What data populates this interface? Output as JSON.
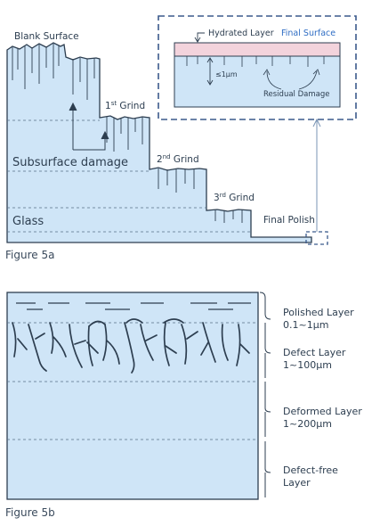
{
  "figure_a": {
    "caption": "Figure 5a",
    "labels": {
      "blank_surface": "Blank Surface",
      "grind1_prefix": "1",
      "grind1_sup": "st",
      "grind1_suffix": " Grind",
      "grind2_prefix": "2",
      "grind2_sup": "nd",
      "grind2_suffix": " Grind",
      "grind3_prefix": "3",
      "grind3_sup": "rd",
      "grind3_suffix": " Grind",
      "subsurface_damage": "Subsurface damage",
      "glass": "Glass",
      "final_polish": "Final Polish"
    },
    "inset": {
      "hydrated_layer": "Hydrated Layer",
      "final_surface": "Final Surface",
      "depth": "≤1μm",
      "residual_damage": "Residual Damage"
    }
  },
  "figure_b": {
    "caption": "Figure 5b",
    "layers": [
      {
        "name": "Polished Layer",
        "range": "0.1~1μm"
      },
      {
        "name": "Defect Layer",
        "range": "1~100μm"
      },
      {
        "name": "Deformed Layer",
        "range": "1~200μm"
      },
      {
        "name": "Defect-free",
        "range": "Layer"
      }
    ]
  },
  "colors": {
    "glass_fill": "#cfe5f7",
    "line": "#2d3e50",
    "dash": "#5a7088",
    "inset_border": "#3b5a8c",
    "hydrated": "#f3d3dc",
    "accent_text": "#2f6dc4"
  }
}
